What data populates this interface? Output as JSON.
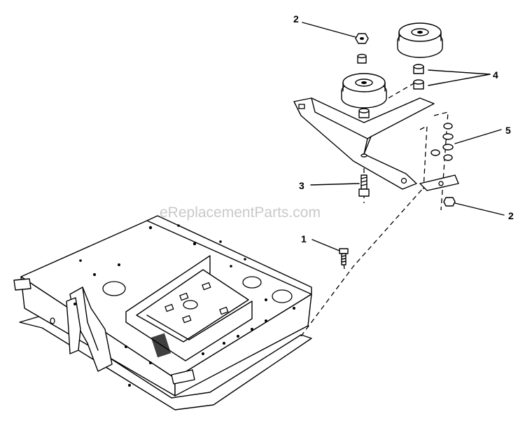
{
  "watermark": "eReplacementParts.com",
  "callouts": [
    {
      "label": "2"
    },
    {
      "label": "4"
    },
    {
      "label": "5"
    },
    {
      "label": "3"
    },
    {
      "label": "2"
    },
    {
      "label": "1"
    }
  ],
  "colors": {
    "line": "#000000",
    "background": "#ffffff",
    "watermark": "#c9c9c9"
  }
}
